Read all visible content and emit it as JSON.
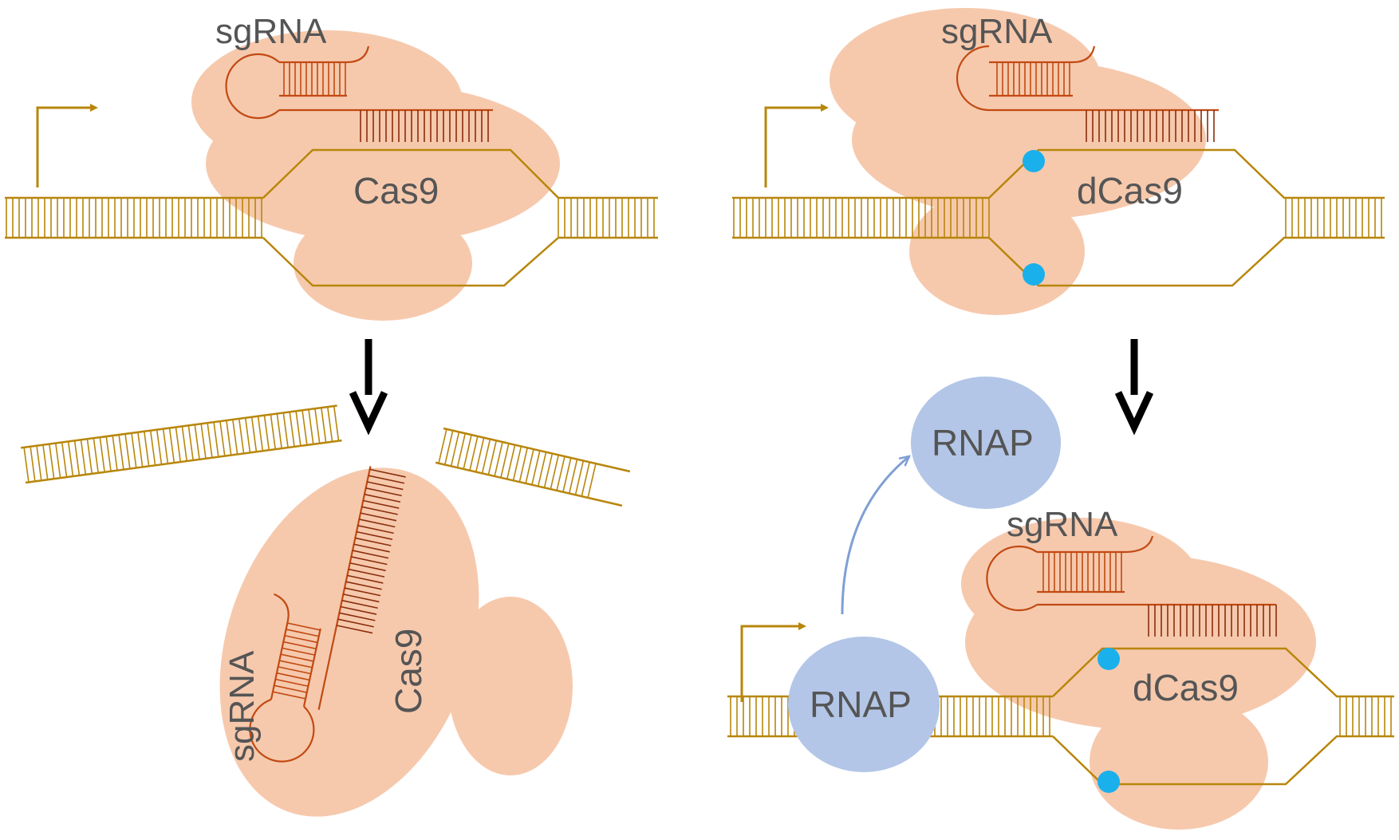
{
  "colors": {
    "protein_fill": "#f6c9ad",
    "dna": "#b8860b",
    "sgrna": "#c24a12",
    "rnap_fill": "#b3c6e7",
    "rnap_arrow": "#7f9fd4",
    "mutation_dot": "#1ab0ec",
    "block_arrow": "#000000",
    "label_text": "#555555"
  },
  "panels": {
    "cas9_cleavage": {
      "top": {
        "protein_label": "Cas9",
        "rna_label": "sgRNA"
      },
      "bottom": {
        "protein_label": "Cas9",
        "rna_label": "sgRNA"
      }
    },
    "dcas9_blocking": {
      "top": {
        "protein_label": "dCas9",
        "rna_label": "sgRNA"
      },
      "bottom": {
        "protein_label": "dCas9",
        "rna_label": "sgRNA"
      },
      "polymerase_bound_label": "RNAP",
      "polymerase_released_label": "RNAP"
    }
  },
  "icons": {
    "promoter": "bent-arrow-icon",
    "step": "down-arrow-icon",
    "release": "curved-arrow-icon",
    "mutation": "dot-icon"
  }
}
